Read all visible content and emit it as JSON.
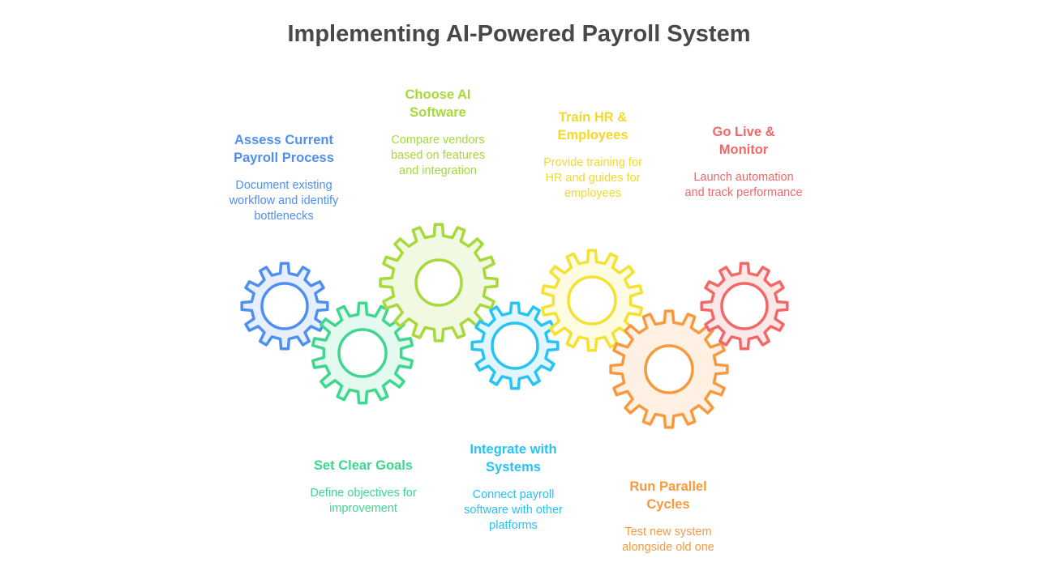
{
  "title": "Implementing AI-Powered Payroll System",
  "steps": [
    {
      "id": "assess",
      "title": "Assess Current Payroll Process",
      "description": "Document existing workflow and identify bottlenecks",
      "color": "#4F8FF0",
      "fill": "#E6EFFD"
    },
    {
      "id": "goals",
      "title": "Set Clear Goals",
      "description": "Define objectives for improvement",
      "color": "#3DD88E",
      "fill": "#E4F9EF"
    },
    {
      "id": "choose",
      "title": "Choose AI Software",
      "description": "Compare vendors based on features and integration",
      "color": "#A6D93A",
      "fill": "#F2F9E3"
    },
    {
      "id": "integrate",
      "title": "Integrate with Systems",
      "description": "Connect payroll software with other platforms",
      "color": "#27C3F3",
      "fill": "#E2F6FD"
    },
    {
      "id": "train",
      "title": "Train HR & Employees",
      "description": "Provide training for HR and guides for employees",
      "color": "#F4E130",
      "fill": "#FDFBE2"
    },
    {
      "id": "parallel",
      "title": "Run Parallel Cycles",
      "description": "Test new system alongside old one",
      "color": "#F7993E",
      "fill": "#FEF0E3"
    },
    {
      "id": "golive",
      "title": "Go Live & Monitor",
      "description": "Launch automation and track performance",
      "color": "#F06868",
      "fill": "#FDE8E8"
    }
  ]
}
